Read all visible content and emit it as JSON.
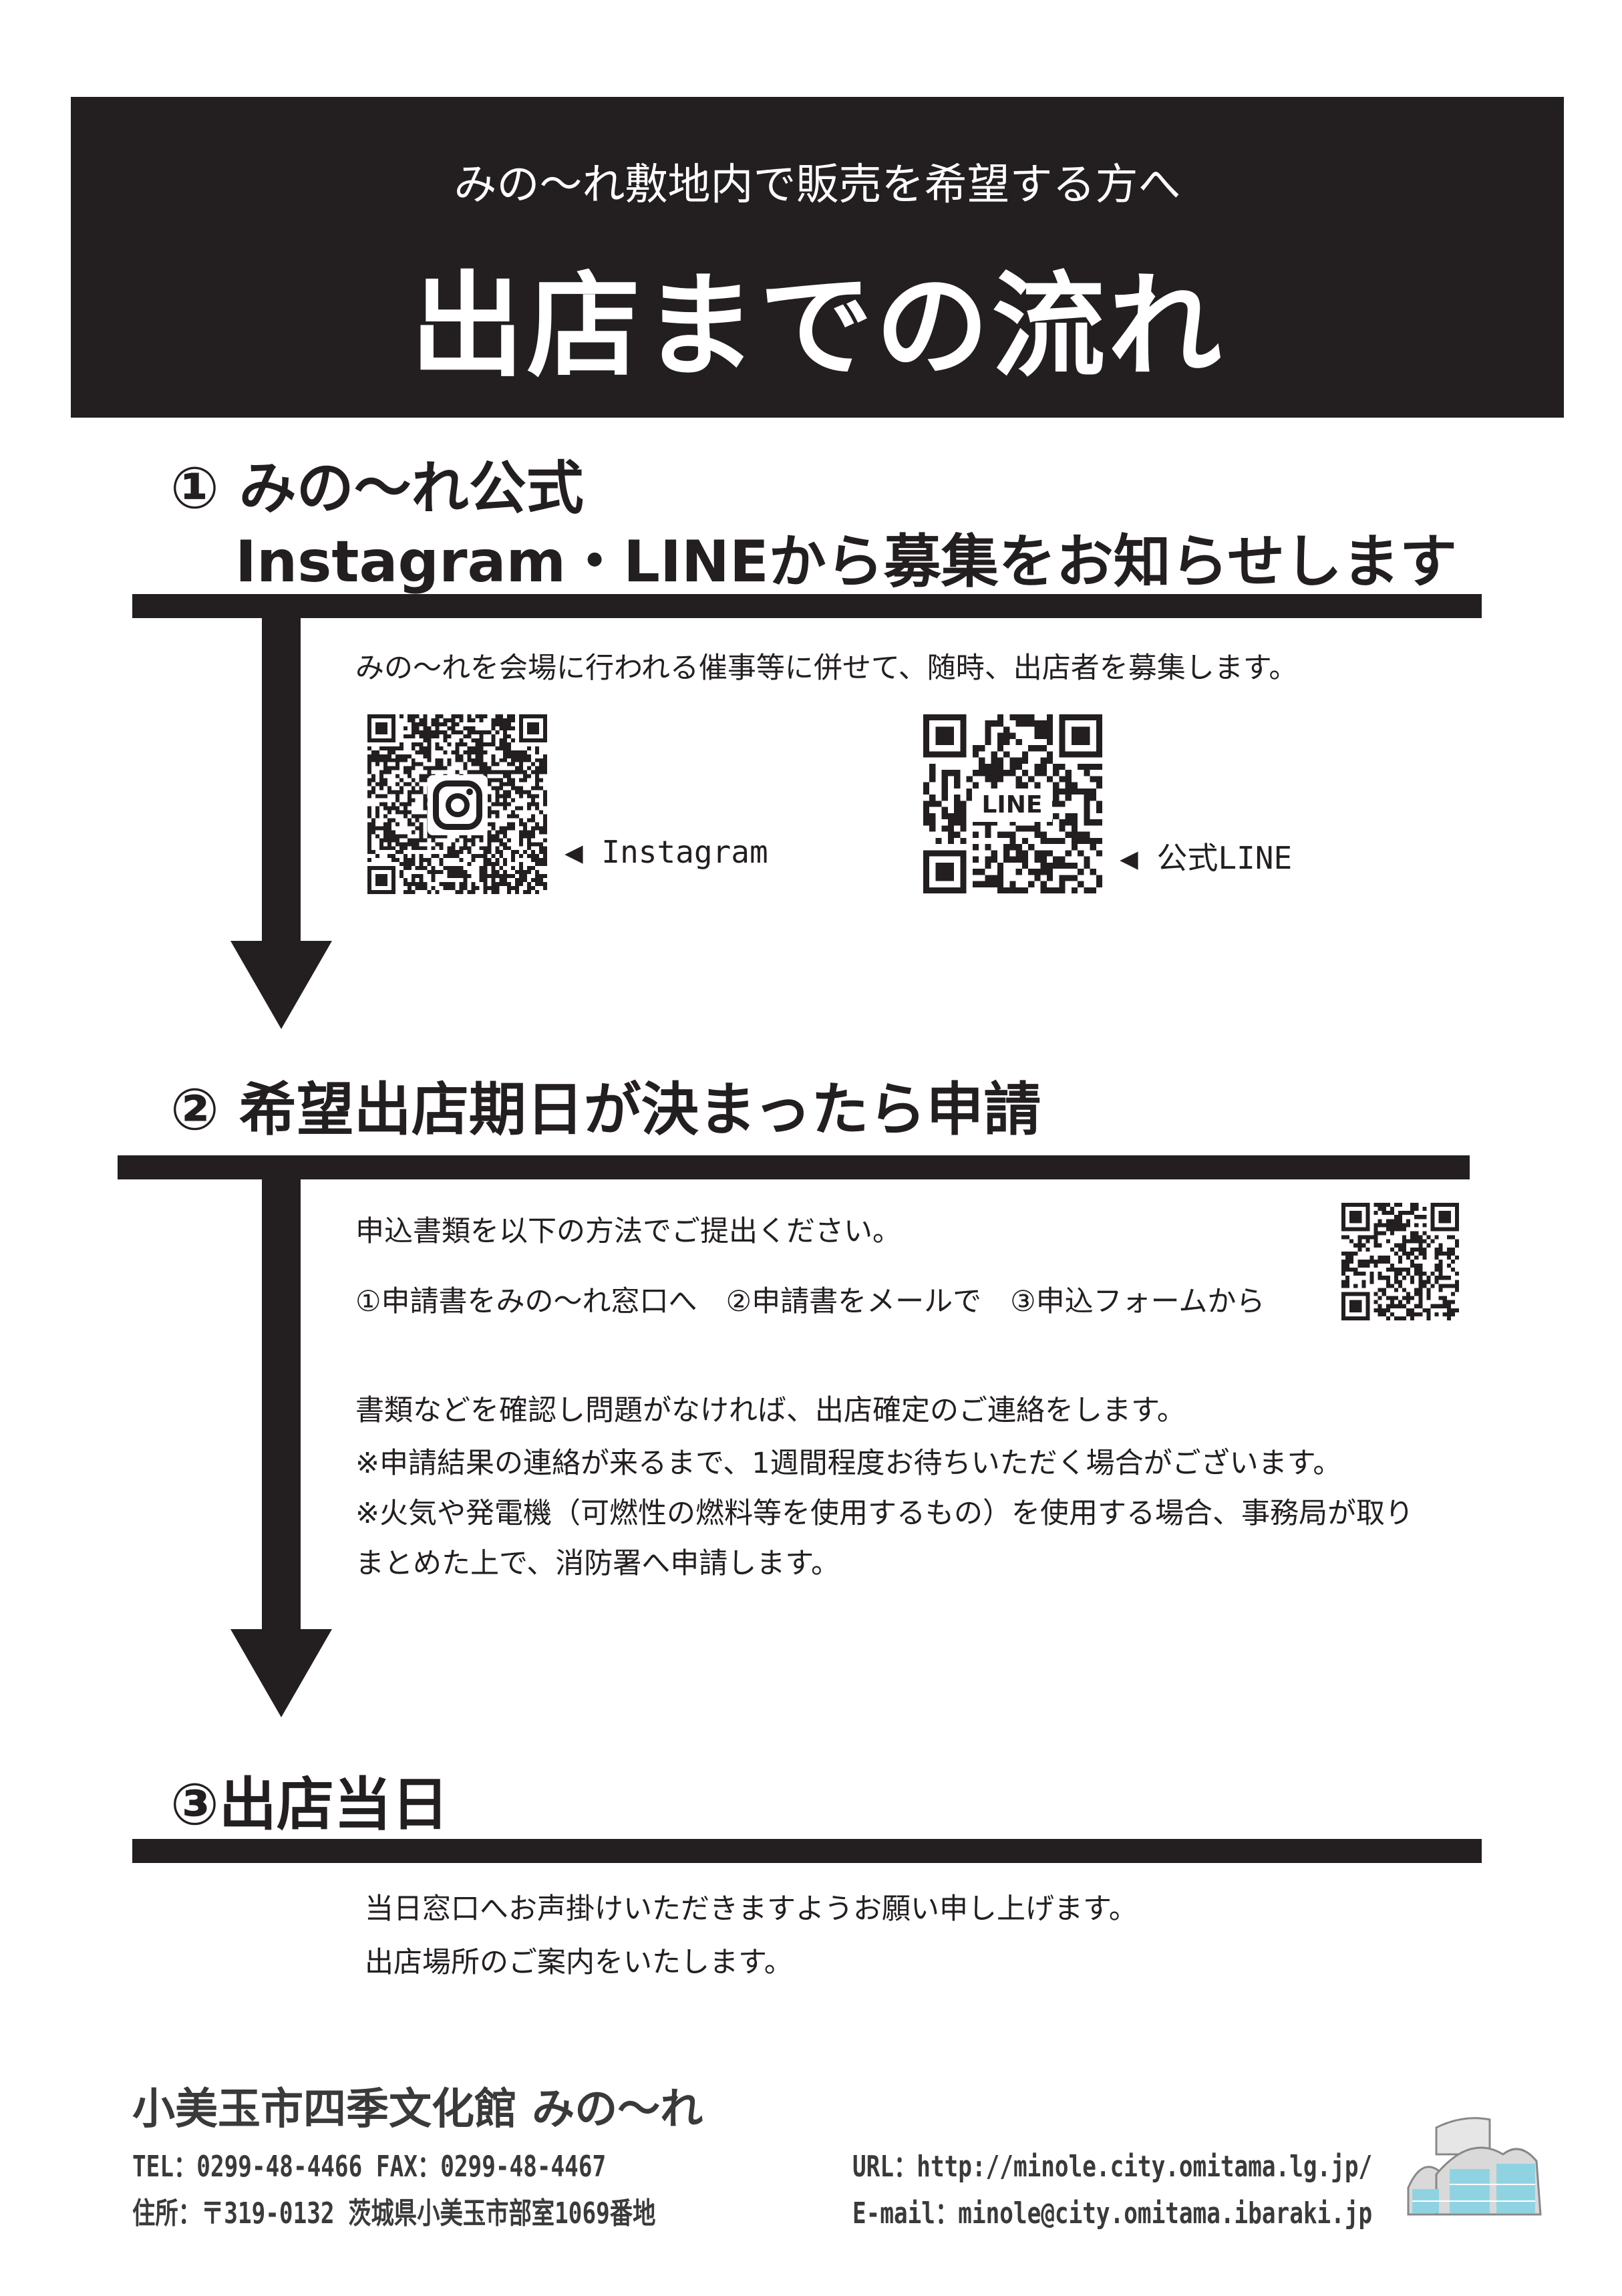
{
  "header": {
    "subtitle": "みの〜れ敷地内で販売を希望する方へ",
    "title": "出店までの流れ"
  },
  "step1": {
    "heading_line1": "① みの〜れ公式",
    "heading_line2": "Instagram・LINEから募集をお知らせします",
    "text": "みの〜れを会場に行われる催事等に併せて、随時、出店者を募集します。",
    "qr_instagram_label": "◀ Instagram",
    "qr_line_label": "◀ 公式LINE",
    "qr_line_center": "LINE"
  },
  "step2": {
    "heading": "② 希望出店期日が決まったら申請",
    "lines": [
      "申込書類を以下の方法でご提出ください。",
      "①申請書をみの〜れ窓口へ　②申請書をメールで　③申込フォームから",
      "書類などを確認し問題がなければ、出店確定のご連絡をします。",
      "※申請結果の連絡が来るまで、1週間程度お待ちいただく場合がございます。",
      "※火気や発電機（可燃性の燃料等を使用するもの）を使用する場合、事務局が取り",
      "まとめた上で、消防署へ申請します。"
    ]
  },
  "step3": {
    "heading": "③出店当日",
    "lines": [
      "当日窓口へお声掛けいただきますようお願い申し上げます。",
      "出店場所のご案内をいたします。"
    ]
  },
  "footer": {
    "org": "小美玉市四季文化館 みの〜れ",
    "tel_fax": "TEL：0299-48-4466 FAX：0299-48-4467",
    "address": "住所：〒319-0132 茨城県小美玉市部室1069番地",
    "url": "URL：http://minole.city.omitama.lg.jp/",
    "email": "E-mail：minole@city.omitama.ibaraki.jp"
  },
  "colors": {
    "ink": "#231f20",
    "building_glass": "#8fd3e3",
    "building_wall": "#d9d9d9"
  }
}
